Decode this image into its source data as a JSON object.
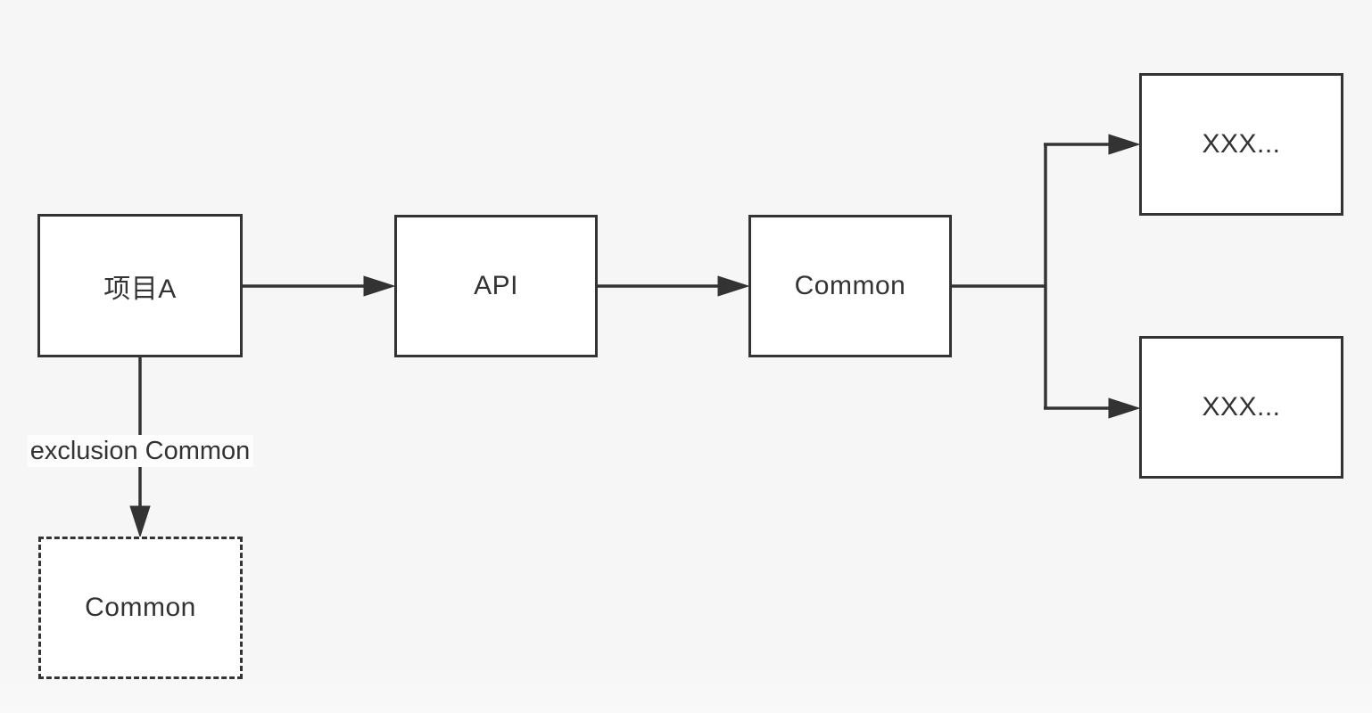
{
  "diagram": {
    "type": "flowchart",
    "colors": {
      "background": "#f6f6f6",
      "node_fill": "#ffffff",
      "stroke": "#333333",
      "text": "#333333"
    },
    "nodes": {
      "project_a": {
        "label": "项目A",
        "border": "solid"
      },
      "api": {
        "label": "API",
        "border": "solid"
      },
      "common": {
        "label": "Common",
        "border": "solid"
      },
      "xxx_top": {
        "label": "XXX...",
        "border": "solid"
      },
      "xxx_bottom": {
        "label": "XXX...",
        "border": "solid"
      },
      "common_excluded": {
        "label": "Common",
        "border": "dashed"
      }
    },
    "edges": [
      {
        "from": "project_a",
        "to": "api",
        "label": ""
      },
      {
        "from": "api",
        "to": "common",
        "label": ""
      },
      {
        "from": "common",
        "to": "xxx_top",
        "label": ""
      },
      {
        "from": "common",
        "to": "xxx_bottom",
        "label": ""
      },
      {
        "from": "project_a",
        "to": "common_excluded",
        "label": "exclusion Common"
      }
    ],
    "edge_labels": {
      "exclusion": "exclusion Common"
    }
  }
}
